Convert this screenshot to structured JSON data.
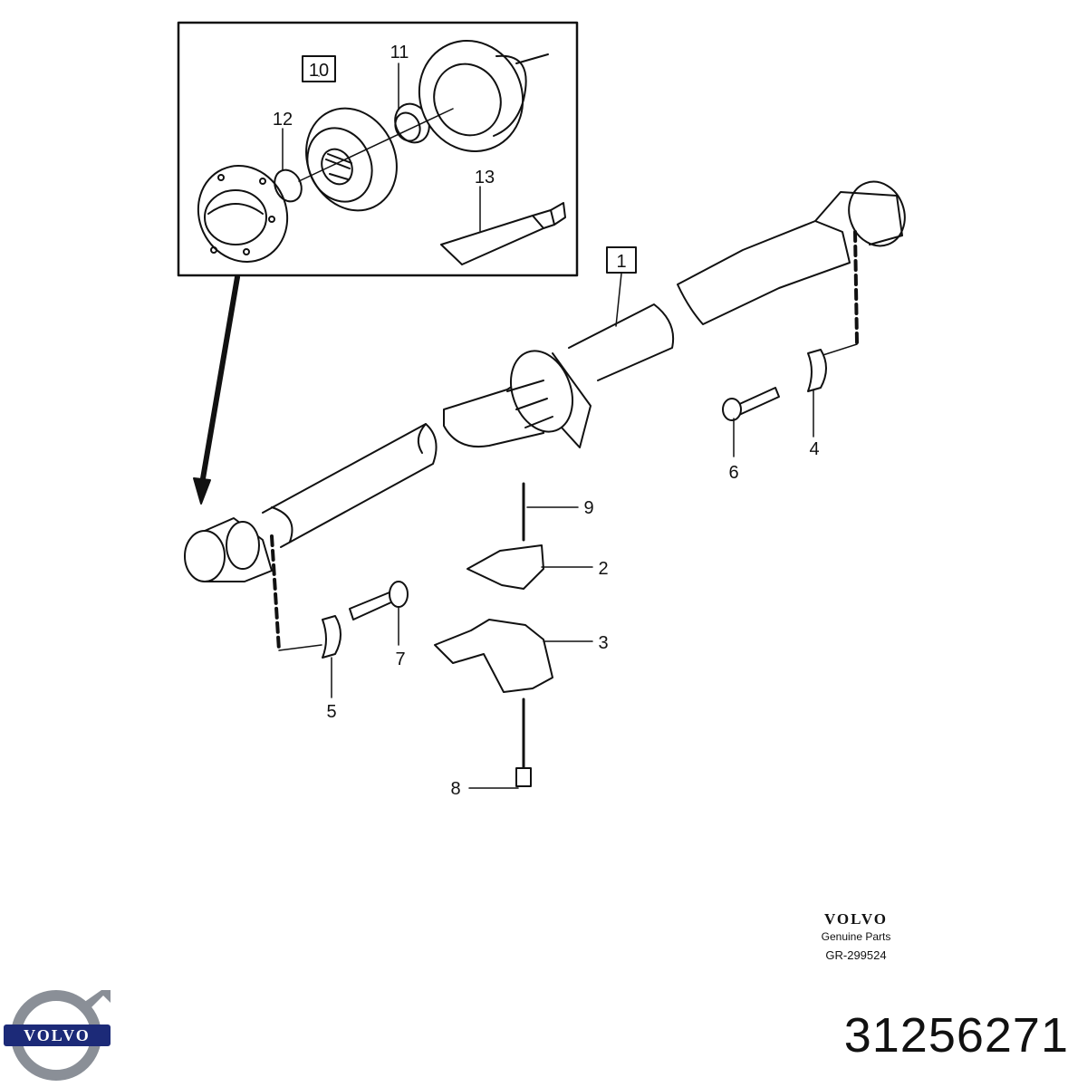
{
  "callouts": [
    {
      "id": "c10",
      "text": "10",
      "boxed": true
    },
    {
      "id": "c11",
      "text": "11",
      "boxed": false
    },
    {
      "id": "c12",
      "text": "12",
      "boxed": false
    },
    {
      "id": "c13",
      "text": "13",
      "boxed": false
    },
    {
      "id": "c1",
      "text": "1",
      "boxed": true
    },
    {
      "id": "c2",
      "text": "2",
      "boxed": false
    },
    {
      "id": "c3",
      "text": "3",
      "boxed": false
    },
    {
      "id": "c4",
      "text": "4",
      "boxed": false
    },
    {
      "id": "c5",
      "text": "5",
      "boxed": false
    },
    {
      "id": "c6",
      "text": "6",
      "boxed": false
    },
    {
      "id": "c7",
      "text": "7",
      "boxed": false
    },
    {
      "id": "c8",
      "text": "8",
      "boxed": false
    },
    {
      "id": "c9",
      "text": "9",
      "boxed": false
    }
  ],
  "brand": {
    "name": "VOLVO",
    "subtitle": "Genuine Parts",
    "reference": "GR-299524"
  },
  "logo": {
    "text": "VOLVO",
    "color": "#1c2a78",
    "ring_color": "#8a8f97"
  },
  "part_number": "31256271"
}
